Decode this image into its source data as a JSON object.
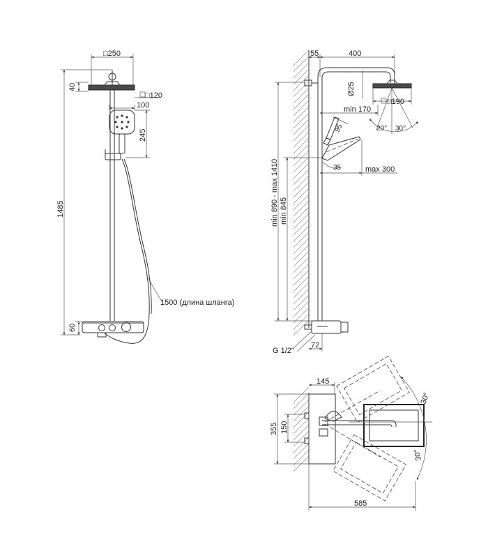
{
  "front_view": {
    "head_square": "□250",
    "head_height": "40",
    "hand_square": "□120",
    "hand_width": "100",
    "hand_height": "245",
    "total_height": "1485",
    "mixer_height": "60",
    "hose_label": "1500 (длина шланга)"
  },
  "side_view": {
    "wall_offset": "55",
    "arm_reach": "400",
    "pipe_dia": "Ø25",
    "head_square": "□190",
    "min_reach": "min 170",
    "hand_dim": "95",
    "holder_angle_dim": "35",
    "max_reach": "max 300",
    "height_range": "min 890 - max 1410",
    "height_min": "min 845",
    "angle_left": "20°",
    "angle_right": "30°",
    "thread": "G 1/2\"",
    "mixer_depth": "72"
  },
  "top_view": {
    "depth": "145",
    "mixer_width": "355",
    "inlet_spacing": "150",
    "angle_upper": "30°",
    "angle_lower": "30°",
    "total_reach": "585"
  }
}
